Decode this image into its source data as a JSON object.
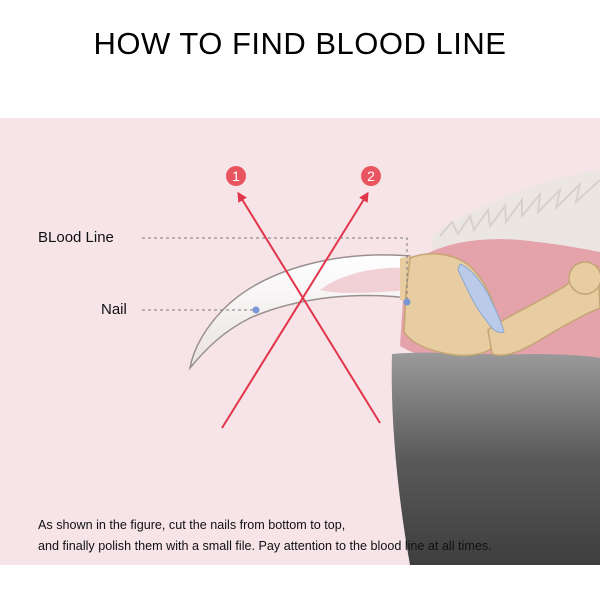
{
  "title": "HOW TO FIND BLOOD LINE",
  "diagram": {
    "labels": {
      "blood_line": "BLood Line",
      "nail": "Nail"
    },
    "markers": [
      {
        "number": "1"
      },
      {
        "number": "2"
      }
    ],
    "colors": {
      "background": "#f6e4e8",
      "arrow": "#e2354a",
      "marker": "#e8555f",
      "nail": "#f5f2f0",
      "bone": "#e7cda1",
      "tendon": "#b9cbe8",
      "skin": "#e4a2aa",
      "fur_dark": "#5e5e5e"
    }
  },
  "caption": {
    "line1": "As shown in the figure, cut the nails from bottom to top,",
    "line2": "and finally polish them with a small file. Pay attention to the blood line at all times."
  }
}
